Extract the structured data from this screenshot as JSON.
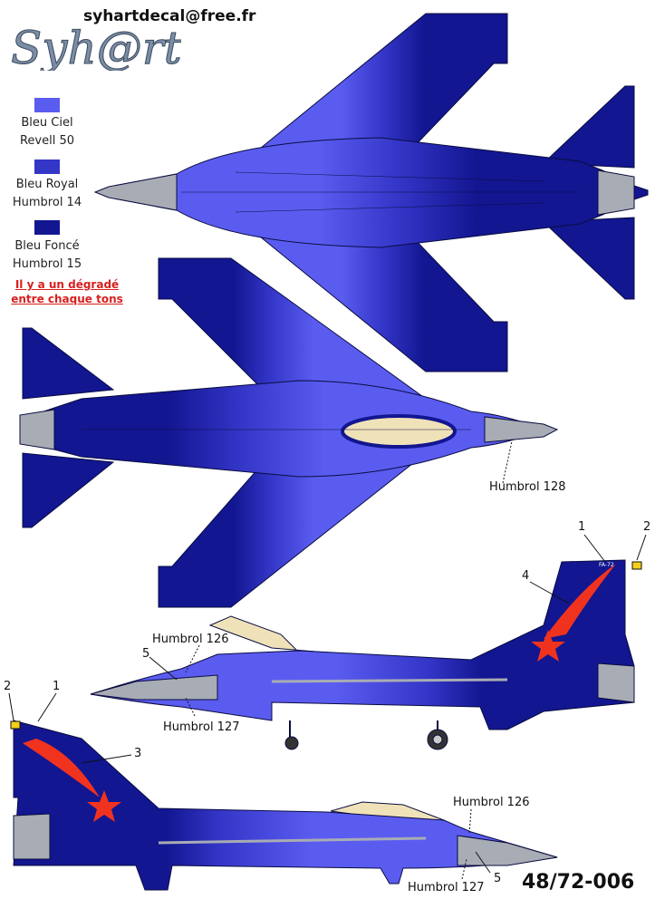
{
  "brand": {
    "logo_text": "Syh@rt",
    "email": "syhartdecal@free.fr"
  },
  "legend": {
    "items": [
      {
        "line1": "Bleu Ciel",
        "line2": "Revell 50",
        "color": "#5a5cf0"
      },
      {
        "line1": "Bleu Royal",
        "line2": "Humbrol 14",
        "color": "#3436c8"
      },
      {
        "line1": "Bleu Foncé",
        "line2": "Humbrol 15",
        "color": "#121690"
      }
    ],
    "warning_line1": "Il y a un dégradé",
    "warning_line2": "entre chaque tons"
  },
  "callouts": {
    "top_nose": "Humbrol 128",
    "left_side_upper": "Humbrol 126",
    "left_side_lower": "Humbrol 127",
    "right_side_upper": "Humbrol 126",
    "right_side_lower": "Humbrol 127"
  },
  "numbers": {
    "n1a": "1",
    "n2a": "2",
    "n4": "4",
    "n5a": "5",
    "n2b": "2",
    "n1b": "1",
    "n3": "3",
    "n5b": "5"
  },
  "tail_code": {
    "a": "FA-72",
    "b": "FA-72"
  },
  "reference": "48/72-006",
  "colors": {
    "sky": "#5a5cf0",
    "royal": "#3436c8",
    "dark": "#121690",
    "grey": "#a8acb4",
    "canopy": "#f0e2b8",
    "red": "#f0331f",
    "line": "#0a0c40"
  }
}
